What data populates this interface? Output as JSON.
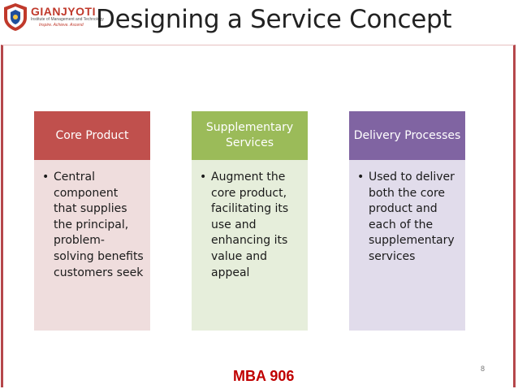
{
  "logo": {
    "name": "GIANJYOTI",
    "subtitle": "Institute of Management and Technology",
    "tagline": "Inspire. Achieve. Ascend"
  },
  "title": "Designing a Service Concept",
  "columns": [
    {
      "header": "Core Product",
      "header_color": "#c0504d",
      "body_color": "#efdddd",
      "bullet": "Central component that supplies the principal, problem-solving benefits customers seek"
    },
    {
      "header": "Supplementary Services",
      "header_color": "#9bbb59",
      "body_color": "#e6eedb",
      "bullet": "Augment the core product, facilitating its use and enhancing its value and appeal"
    },
    {
      "header": "Delivery Processes",
      "header_color": "#8064a2",
      "body_color": "#e1dceb",
      "bullet": "Used to deliver both the core product and each of the supplementary services"
    }
  ],
  "page_number": "8",
  "footer": "MBA 906"
}
